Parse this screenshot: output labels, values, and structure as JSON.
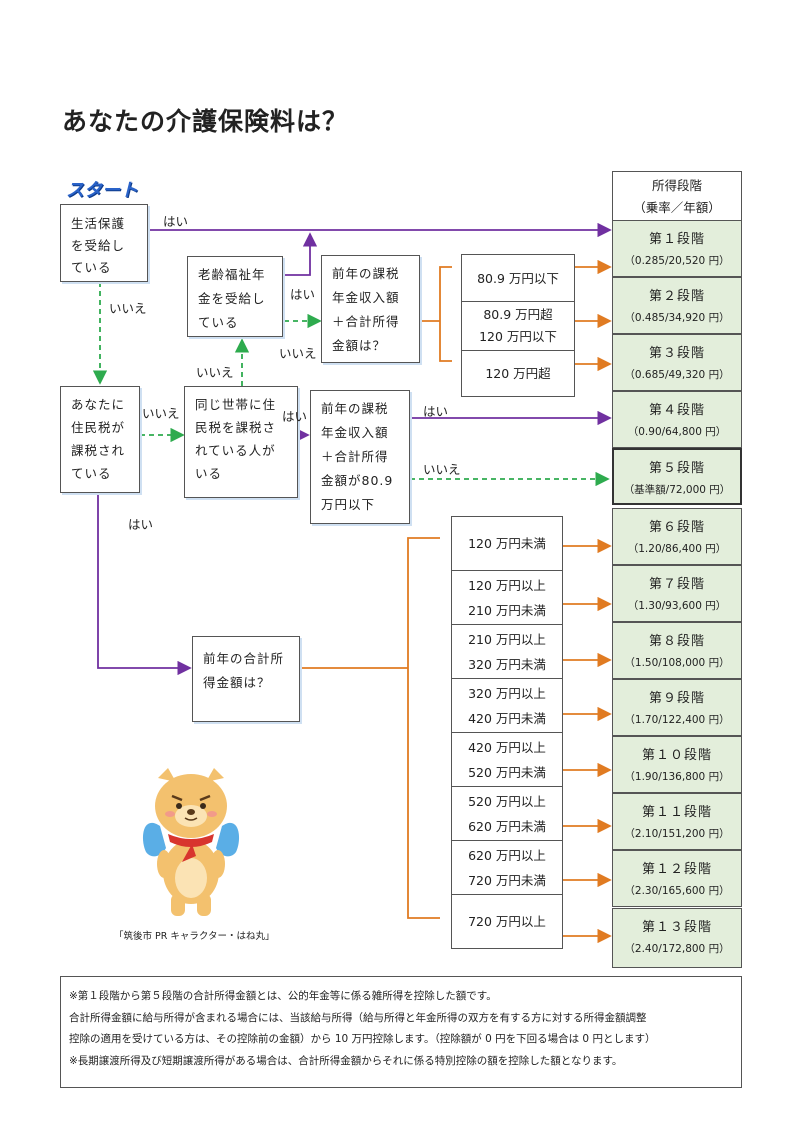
{
  "title": "あなたの介護保険料は？",
  "start_label": "スタート",
  "boxes": {
    "welfare": "生活保護を受給している",
    "taxed": "あなたに住民税が課税されている",
    "household": "同じ世帯に住民税を課税されている人がいる",
    "pension": "老齢福祉年金を受給している",
    "income_a": "前年の課税年金収入額＋合計所得金額は？",
    "income_b": "前年の課税年金収入額＋合計所得金額が80.9 万円以下",
    "total_income": "前年の合計所得金額は？"
  },
  "answer_labels": {
    "yes": "はい",
    "no": "いいえ"
  },
  "upper_ranges": [
    "80.9 万円以下",
    "80.9 万円超",
    "120 万円以下",
    "120 万円超"
  ],
  "lower_ranges": [
    [
      "120 万円未満"
    ],
    [
      "120 万円以上",
      "210 万円未満"
    ],
    [
      "210 万円以上",
      "320 万円未満"
    ],
    [
      "320 万円以上",
      "420 万円未満"
    ],
    [
      "420 万円以上",
      "520 万円未満"
    ],
    [
      "520 万円以上",
      "620 万円未満"
    ],
    [
      "620 万円以上",
      "720 万円未満"
    ],
    [
      "720 万円以上"
    ]
  ],
  "stage_header": [
    "所得段階",
    "（乗率／年額）"
  ],
  "stages": [
    {
      "name": "第１段階",
      "rate": "（0.285/20,520 円）"
    },
    {
      "name": "第２段階",
      "rate": "（0.485/34,920 円）"
    },
    {
      "name": "第３段階",
      "rate": "（0.685/49,320 円）"
    },
    {
      "name": "第４段階",
      "rate": "（0.90/64,800 円）"
    },
    {
      "name": "第５段階",
      "rate": "（基準額/72,000 円）"
    },
    {
      "name": "第６段階",
      "rate": "（1.20/86,400 円）"
    },
    {
      "name": "第７段階",
      "rate": "（1.30/93,600 円）"
    },
    {
      "name": "第８段階",
      "rate": "（1.50/108,000 円）"
    },
    {
      "name": "第９段階",
      "rate": "（1.70/122,400 円）"
    },
    {
      "name": "第１０段階",
      "rate": "（1.90/136,800 円）"
    },
    {
      "name": "第１１段階",
      "rate": "（2.10/151,200 円）"
    },
    {
      "name": "第１２段階",
      "rate": "（2.30/165,600 円）"
    },
    {
      "name": "第１３段階",
      "rate": "（2.40/172,800 円）"
    }
  ],
  "mascot_caption": "「筑後市 PR キャラクター・はね丸」",
  "notes": [
    "※第１段階から第５段階の合計所得金額とは、公的年金等に係る雑所得を控除した額です。",
    "合計所得金額に給与所得が含まれる場合には、当該給与所得（給与所得と年金所得の双方を有する方に対する所得金額調整",
    "控除の適用を受けている方は、その控除前の金額）から 10 万円控除します。（控除額が 0 円を下回る場合は 0 円とします）",
    "※長期譲渡所得及び短期譲渡所得がある場合は、合計所得金額からそれに係る特別控除の額を控除した額となります。"
  ],
  "colors": {
    "yes_line": "#7030a0",
    "no_line": "#2eab4e",
    "range_line": "#e07b22",
    "stage_fill": "#e3eedb",
    "mascot_body": "#f3c16e",
    "mascot_wing": "#5aaee6",
    "mascot_scarf": "#d8352e"
  }
}
